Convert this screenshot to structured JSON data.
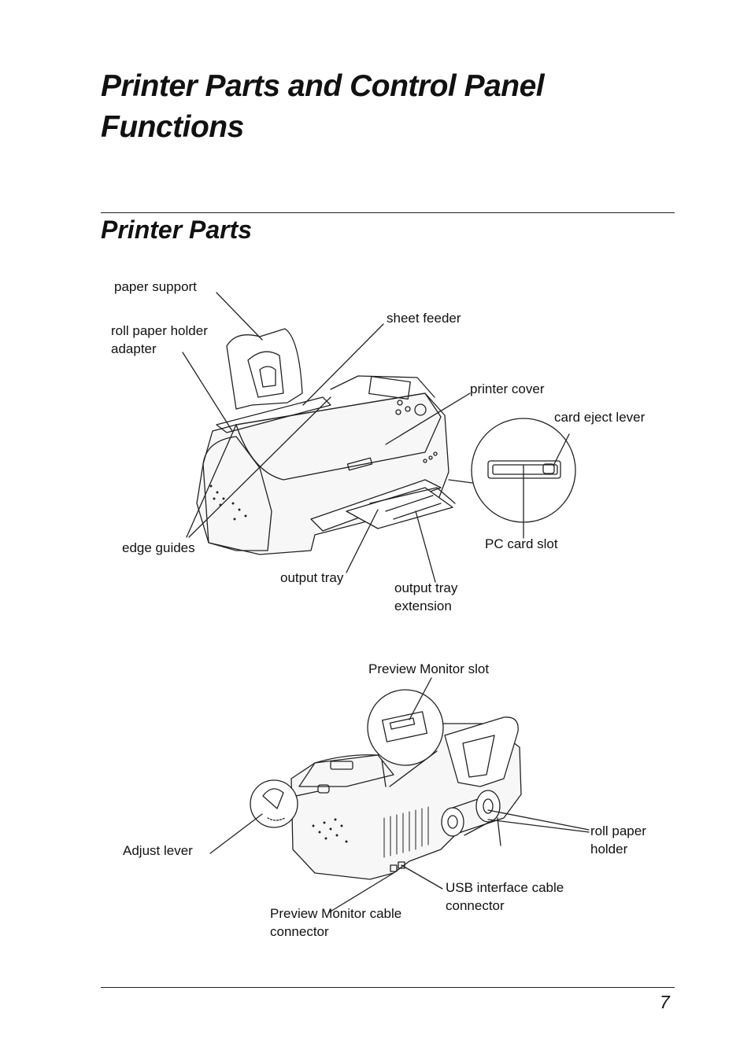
{
  "page": {
    "title": "Printer Parts and Control Panel Functions",
    "section_title": "Printer Parts",
    "page_number": "7"
  },
  "figure1": {
    "paper_support": "paper support",
    "roll_paper_holder_adapter_line1": "roll paper holder",
    "roll_paper_holder_adapter_line2": "adapter",
    "sheet_feeder": "sheet feeder",
    "printer_cover": "printer cover",
    "card_eject_lever": "card eject lever",
    "pc_card_slot": "PC card slot",
    "edge_guides": "edge guides",
    "output_tray": "output tray",
    "output_tray_extension_line1": "output tray",
    "output_tray_extension_line2": "extension"
  },
  "figure2": {
    "preview_monitor_slot": "Preview Monitor slot",
    "adjust_lever": "Adjust lever",
    "roll_paper_holder_line1": "roll paper",
    "roll_paper_holder_line2": "holder",
    "usb_connector_line1": "USB interface cable",
    "usb_connector_line2": "connector",
    "preview_cable_line1": "Preview Monitor cable",
    "preview_cable_line2": "connector"
  }
}
